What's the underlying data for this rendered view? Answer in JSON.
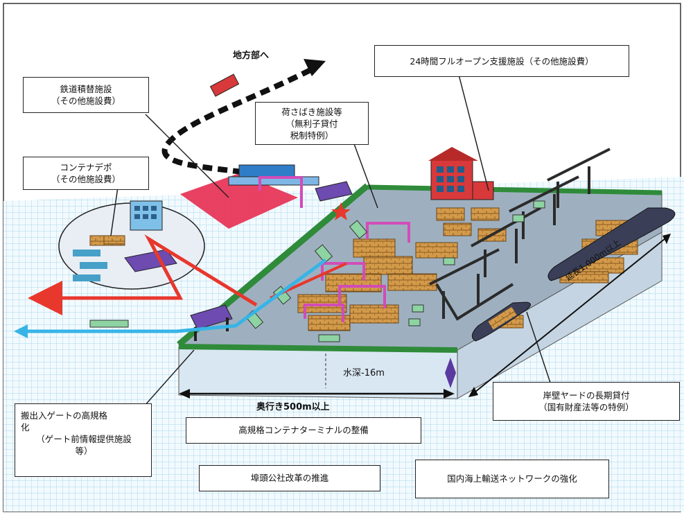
{
  "labels": {
    "to_regions": "地方部へ",
    "rail_transfer": [
      "鉄道積替施設",
      "（その他施設費）"
    ],
    "container_depot": [
      "コンテナデポ",
      "（その他施設費）"
    ],
    "cargo_handling": [
      "荷さばき施設等",
      "（無利子貸付",
      "税制特例）"
    ],
    "open_24h": "24時間フルオープン支援施設（その他施設費）",
    "length": "延長1,000m以上",
    "depth": "水深-16m",
    "inland_depth": "奥行き500m以上",
    "gate": [
      "搬出入ゲートの高規格",
      "化",
      "（ゲート前情報提供施設",
      "等）"
    ],
    "quay_lease": [
      "岸壁ヤードの長期貸付",
      "（国有財産法等の特例）"
    ],
    "high_spec_terminal": "高規格コンテナターミナルの整備",
    "pier_reform": "埠頭公社改革の推進",
    "domestic_network": "国内海上輸送ネットワークの強化"
  },
  "colors": {
    "red_arrow": "#e8372c",
    "blue_arrow": "#37b4e6",
    "yard": "#9eb0c0",
    "green_edge": "#2f8b3a",
    "container": "#c98a3c",
    "gantry": "#8a42b8",
    "crane": "#2b2b2b",
    "building_red": "#d8393a",
    "ship_hull": "#3a3f57",
    "sea_grid": "#a9d7ec"
  }
}
